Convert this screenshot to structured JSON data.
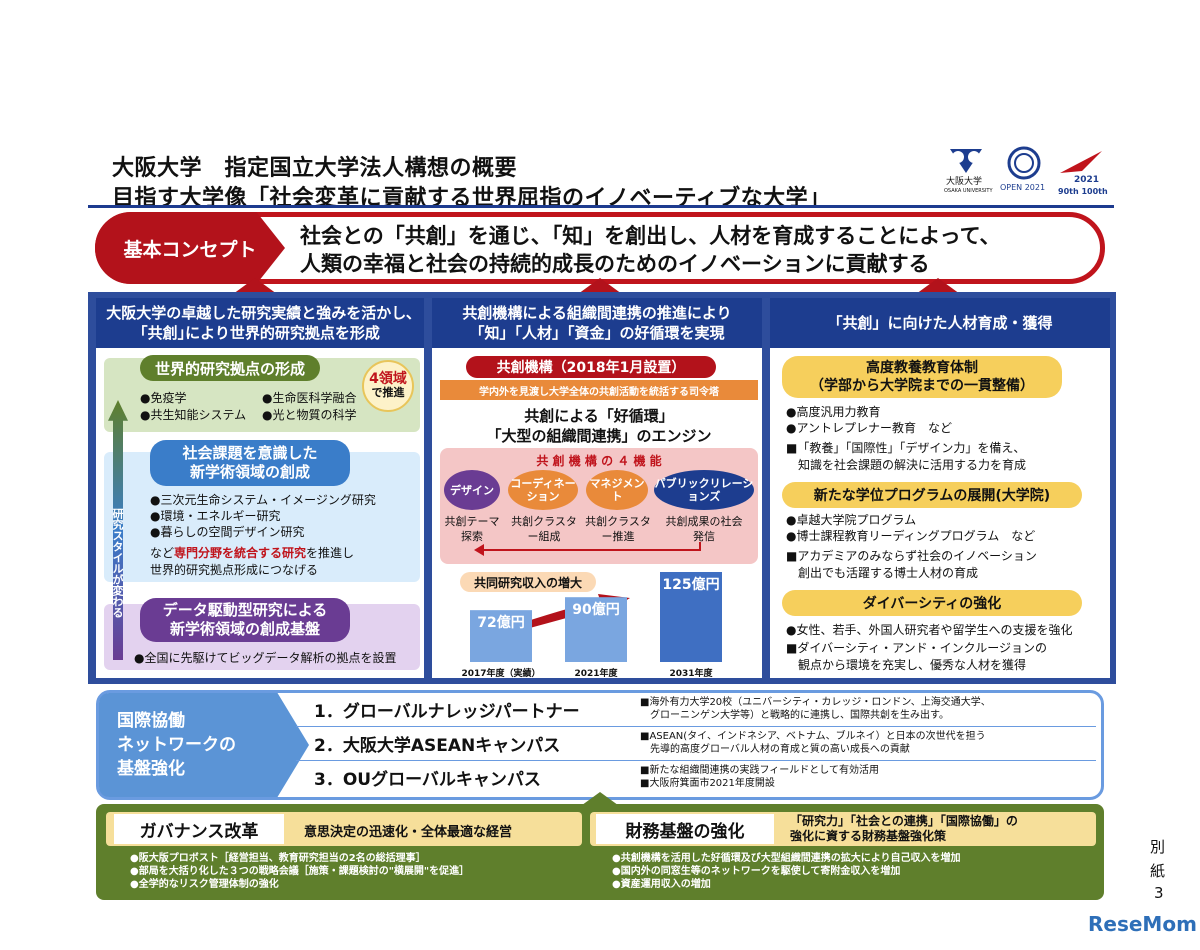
{
  "header": {
    "title_line1": "大阪大学　指定国立大学法人構想の概要",
    "title_line2": "目指す大学像「社会変革に貢献する世界屈指のイノベーティブな大学」",
    "logo_univ": "大阪大学",
    "logo_univ_en": "OSAKA UNIVERSITY",
    "logo_open": "OPEN 2021",
    "logo_year": "2021",
    "logo_anniv": "90th 100th"
  },
  "concept": {
    "label": "基本コンセプト",
    "line1": "社会との「共創」を通じ、「知」を創出し、人材を育成することによって、",
    "line2": "人類の幸福と社会の持続的成長のためのイノベーションに貢献する"
  },
  "col1": {
    "head": "大阪大学の卓越した研究実績と強みを活かし､｢共創｣により世界的研究拠点を形成",
    "box1_title": "世界的研究拠点の形成",
    "box1_items": [
      "●免疫学",
      "●生命医科学融合",
      "●共生知能システム",
      "●光と物質の科学"
    ],
    "badge_line1": "4領域",
    "badge_line2": "で推進",
    "box2_title_line1": "社会課題を意識した",
    "box2_title_line2": "新学術領域の創成",
    "box2_items": [
      "●三次元生命システム・イメージング研究",
      "●環境・エネルギー研究",
      "●暮らしの空間デザイン研究"
    ],
    "box2_note_pre": "など",
    "box2_note_red": "専門分野を統合する研究",
    "box2_note_post": "を推進し",
    "box2_note_line2": "世界的研究拠点形成につなげる",
    "side_arrow": "研究スタイルが変わる",
    "box3_title_line1": "データ駆動型研究による",
    "box3_title_line2": "新学術領域の創成基盤",
    "box3_item": "●全国に先駆けてビッグデータ解析の拠点を設置"
  },
  "col2": {
    "head_line1": "共創機構による組織間連携の推進により",
    "head_line2": "「知」「人材」「資金」の好循環を実現",
    "org_title": "共創機構（2018年1月設置）",
    "org_sub": "学内外を見渡し大学全体の共創活動を統括する司令塔",
    "engine_line1": "共創による「好循環」",
    "engine_line2": "「大型の組織間連携」のエンジン",
    "func_title": "共 創 機 構 の ４ 機 能",
    "funcs": [
      {
        "name": "デザイン",
        "desc": "共創テーマ探索"
      },
      {
        "name": "コーディネーション",
        "desc": "共創クラスター組成"
      },
      {
        "name": "マネジメント",
        "desc": "共創クラスター推進"
      },
      {
        "name": "パブリックリレーションズ",
        "desc": "共創成果の社会発信"
      }
    ],
    "income_title": "共同研究収入の増大"
  },
  "chart_data": {
    "type": "bar",
    "title": "共同研究収入の増大",
    "categories": [
      "2017年度（実績）",
      "2021年度",
      "2031年度"
    ],
    "values": [
      72,
      90,
      125
    ],
    "value_labels": [
      "72億円",
      "90億円",
      "125億円"
    ],
    "unit": "億円"
  },
  "col3": {
    "head": "「共創」に向けた人材育成・獲得",
    "s1_title_line1": "高度教養教育体制",
    "s1_title_line2": "（学部から大学院までの一貫整備）",
    "s1_items": [
      "●高度汎用力教育",
      "●アントレプレナー教育　など"
    ],
    "s1_note_line1": "■「教養」「国際性」「デザイン力」を備え、",
    "s1_note_line2": "　知識を社会課題の解決に活用する力を育成",
    "s2_title": "新たな学位プログラムの展開(大学院)",
    "s2_items": [
      "●卓越大学院プログラム",
      "●博士課程教育リーディングプログラム　など"
    ],
    "s2_note_line1": "■アカデミアのみならず社会のイノベーション",
    "s2_note_line2": "　創出でも活躍する博士人材の育成",
    "s3_title": "ダイバーシティの強化",
    "s3_item": "●女性、若手、外国人研究者や留学生への支援を強化",
    "s3_note_line1": "■ダイバーシティ・アンド・インクルージョンの",
    "s3_note_line2": "　観点から環境を充実し、優秀な人材を獲得"
  },
  "intl": {
    "label_line1": "国際協働",
    "label_line2": "ネットワークの",
    "label_line3": "基盤強化",
    "rows": [
      {
        "name": "1．グローバルナレッジパートナー",
        "desc1": "■海外有力大学20校（ユニバーシティ・カレッジ・ロンドン、上海交通大学、",
        "desc2": "　グローニンゲン大学等）と戦略的に連携し、国際共創を生み出す。"
      },
      {
        "name": "2．大阪大学ASEANキャンパス",
        "desc1": "■ASEAN(タイ、インドネシア、ベトナム、ブルネイ）と日本の次世代を担う",
        "desc2": "　先導的高度グローバル人材の育成と質の高い成長への貢献"
      },
      {
        "name": "3．OUグローバルキャンパス",
        "desc1": "■新たな組織間連携の実践フィールドとして有効活用",
        "desc2": "■大阪府箕面市2021年度開設"
      }
    ]
  },
  "gov": {
    "label": "ガバナンス改革",
    "sub": "意思決定の迅速化・全体最適な経営",
    "items": [
      "●阪大版プロボスト［経営担当、教育研究担当の2名の総括理事］",
      "●部局を大括り化した３つの戦略会議［施策・課題検討の\"横展開\"を促進］",
      "●全学的なリスク管理体制の強化"
    ],
    "fin_label": "財務基盤の強化",
    "fin_sub_line1": "「研究力」「社会との連携」「国際協働」の",
    "fin_sub_line2": "強化に資する財務基盤強化策",
    "fin_items": [
      "●共創機構を活用した好循環及び大型組織間連携の拡大により自己収入を増加",
      "●国内外の同窓生等のネットワークを駆使して寄附金収入を増加",
      "●資産運用収入の増加"
    ]
  },
  "side": {
    "c1": "別",
    "c2": "紙",
    "c3": "3"
  },
  "watermark": "ReseMom"
}
